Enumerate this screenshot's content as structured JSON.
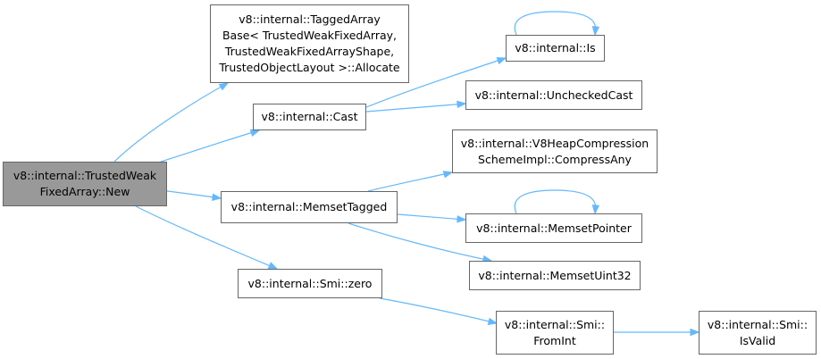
{
  "nodes": {
    "new": {
      "lines": [
        "v8::internal::TrustedWeak",
        "FixedArray::New"
      ]
    },
    "allocate": {
      "lines": [
        "v8::internal::TaggedArray",
        "Base< TrustedWeakFixedArray,",
        "TrustedWeakFixedArrayShape,",
        "TrustedObjectLayout >::Allocate"
      ]
    },
    "cast": {
      "lines": [
        "v8::internal::Cast"
      ]
    },
    "memset": {
      "lines": [
        "v8::internal::MemsetTagged"
      ]
    },
    "smizero": {
      "lines": [
        "v8::internal::Smi::zero"
      ]
    },
    "is": {
      "lines": [
        "v8::internal::Is"
      ]
    },
    "unchecked": {
      "lines": [
        "v8::internal::UncheckedCast"
      ]
    },
    "compress": {
      "lines": [
        "v8::internal::V8HeapCompression",
        "SchemeImpl::CompressAny"
      ]
    },
    "mptr": {
      "lines": [
        "v8::internal::MemsetPointer"
      ]
    },
    "muint": {
      "lines": [
        "v8::internal::MemsetUint32"
      ]
    },
    "fromint": {
      "lines": [
        "v8::internal::Smi::",
        "FromInt"
      ]
    },
    "isvalid": {
      "lines": [
        "v8::internal::Smi::",
        "IsValid"
      ]
    }
  }
}
